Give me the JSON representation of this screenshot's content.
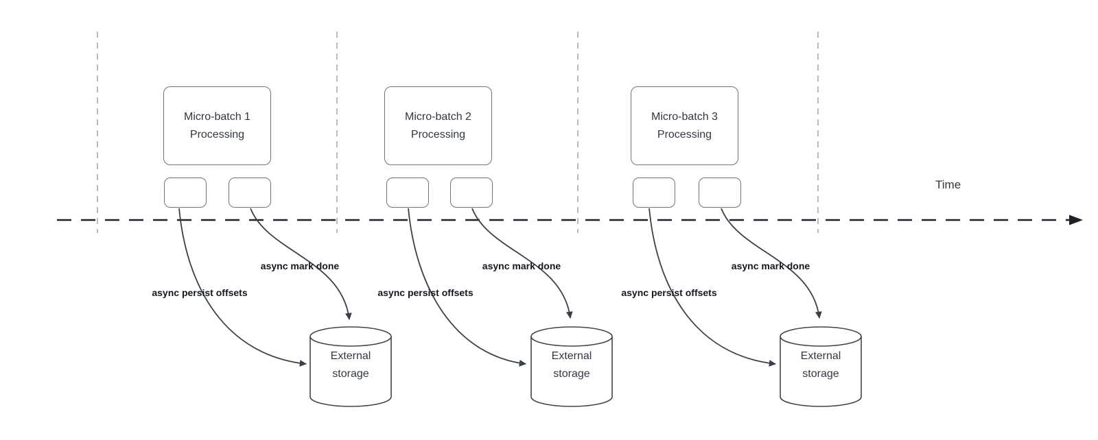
{
  "time_axis": {
    "label": "Time"
  },
  "groups": [
    {
      "title": "Micro-batch 1\nProcessing",
      "persist_label": "async persist offsets",
      "mark_label": "async mark done",
      "storage": "External\nstorage"
    },
    {
      "title": "Micro-batch 2\nProcessing",
      "persist_label": "async persist offsets",
      "mark_label": "async mark done",
      "storage": "External\nstorage"
    },
    {
      "title": "Micro-batch 3\nProcessing",
      "persist_label": "async persist offsets",
      "mark_label": "async mark done",
      "storage": "External\nstorage"
    }
  ],
  "colors": {
    "arrow_stroke": "#3b4048",
    "timeline_stroke": "#1e2228",
    "boundary_stroke": "#b9bbbd",
    "box_border": "#6e737b",
    "box_text": "#32373f",
    "label_text": "#14171c",
    "background": "#ffffff"
  }
}
